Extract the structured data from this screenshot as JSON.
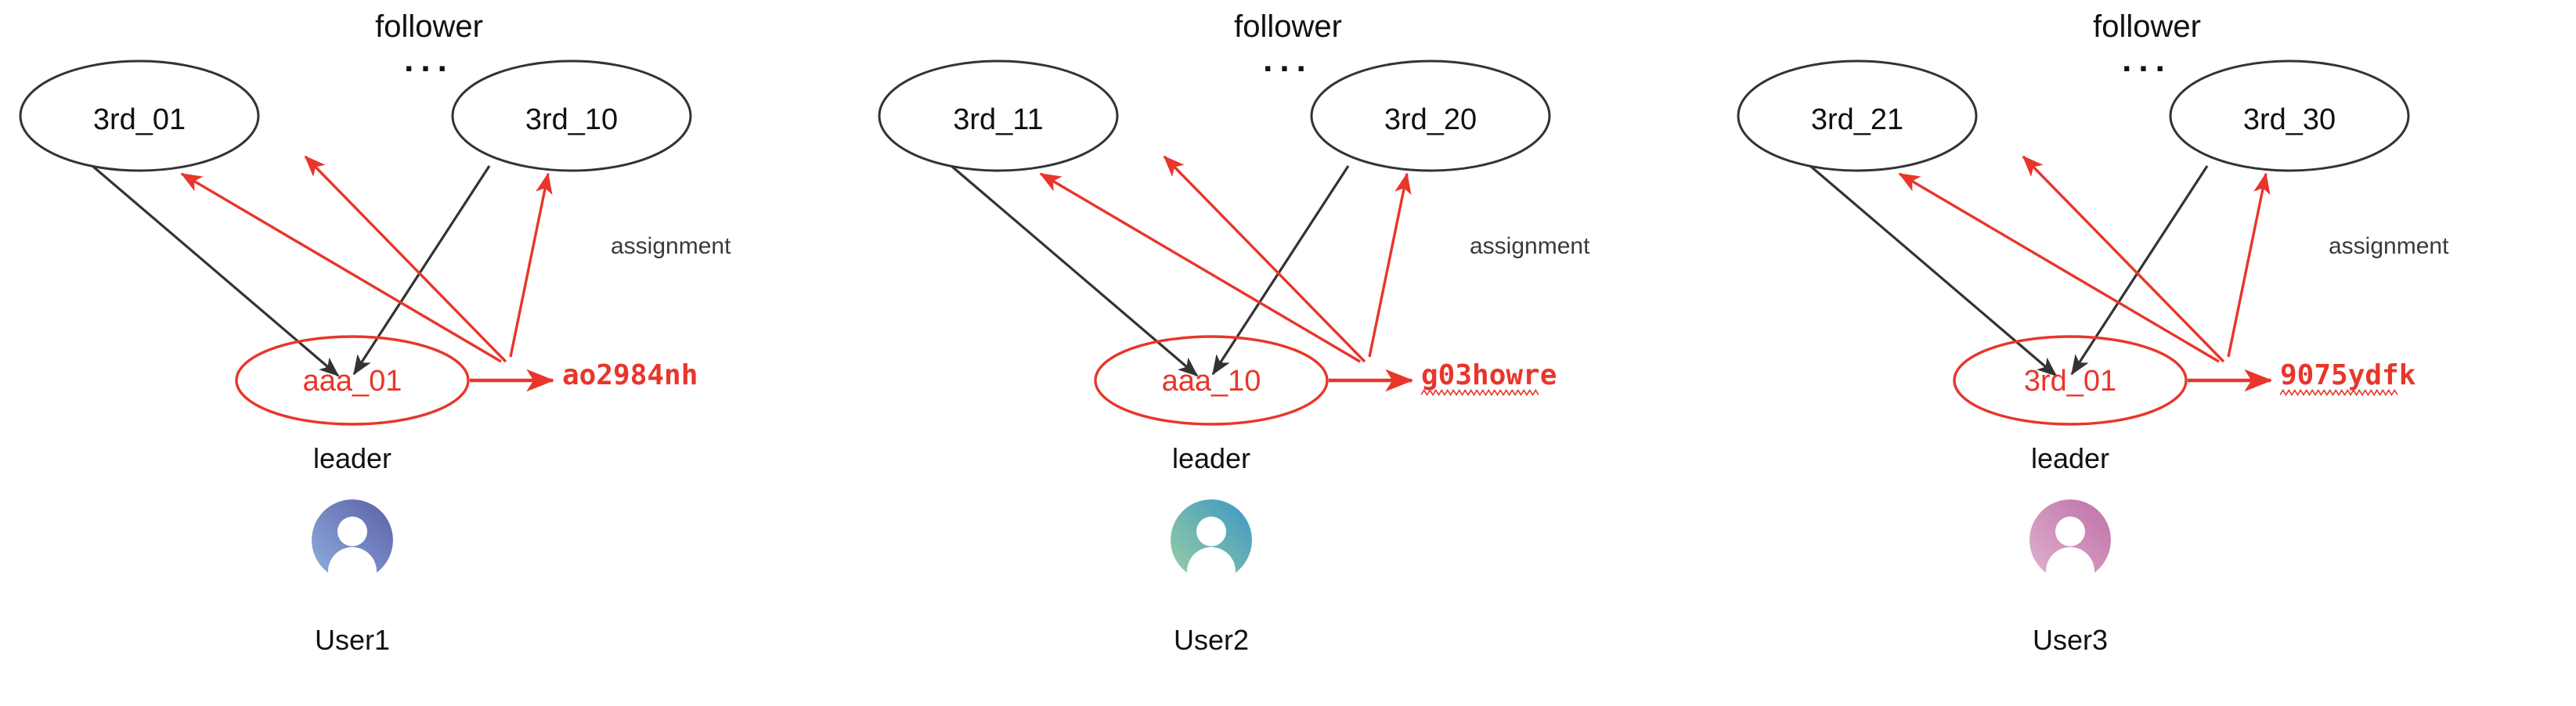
{
  "diagram": {
    "title": "leader-follower assignment diagram",
    "colors": {
      "red": "#e8362a",
      "black": "#111111",
      "edge_black": "#333333",
      "background": "#ffffff"
    },
    "edge_labels": {
      "assignment": "assignment"
    },
    "common_labels": {
      "follower": "follower",
      "leader": "leader",
      "ellipsis": "..."
    },
    "panels": [
      {
        "id": "panel-1",
        "follower_group_label": "follower",
        "ellipsis": "...",
        "followers": [
          {
            "label": "3rd_01"
          },
          {
            "label": "3rd_10"
          }
        ],
        "leader": {
          "label": "aaa_01"
        },
        "leader_role_label": "leader",
        "assignment_label": "assignment",
        "assignment_token": "ao2984nh",
        "token_has_spellcheck_underline": false,
        "user_name": "User1",
        "avatar": {
          "icon": "person-avatar-icon",
          "gradient_from": "#7fa0d8",
          "gradient_to": "#5a5fa8"
        }
      },
      {
        "id": "panel-2",
        "follower_group_label": "follower",
        "ellipsis": "...",
        "followers": [
          {
            "label": "3rd_11"
          },
          {
            "label": "3rd_20"
          }
        ],
        "leader": {
          "label": "aaa_10"
        },
        "leader_role_label": "leader",
        "assignment_label": "assignment",
        "assignment_token": "g03howre",
        "token_has_spellcheck_underline": true,
        "user_name": "User2",
        "avatar": {
          "icon": "person-avatar-icon",
          "gradient_from": "#8fc9a4",
          "gradient_to": "#3f9ec4"
        }
      },
      {
        "id": "panel-3",
        "follower_group_label": "follower",
        "ellipsis": "...",
        "followers": [
          {
            "label": "3rd_21"
          },
          {
            "label": "3rd_30"
          }
        ],
        "leader": {
          "label": "3rd_01"
        },
        "leader_role_label": "leader",
        "assignment_label": "assignment",
        "assignment_token": "9075ydfk",
        "token_has_spellcheck_underline": true,
        "user_name": "User3",
        "avatar": {
          "icon": "person-avatar-icon",
          "gradient_from": "#d9a3c9",
          "gradient_to": "#b濃"
        }
      }
    ]
  }
}
